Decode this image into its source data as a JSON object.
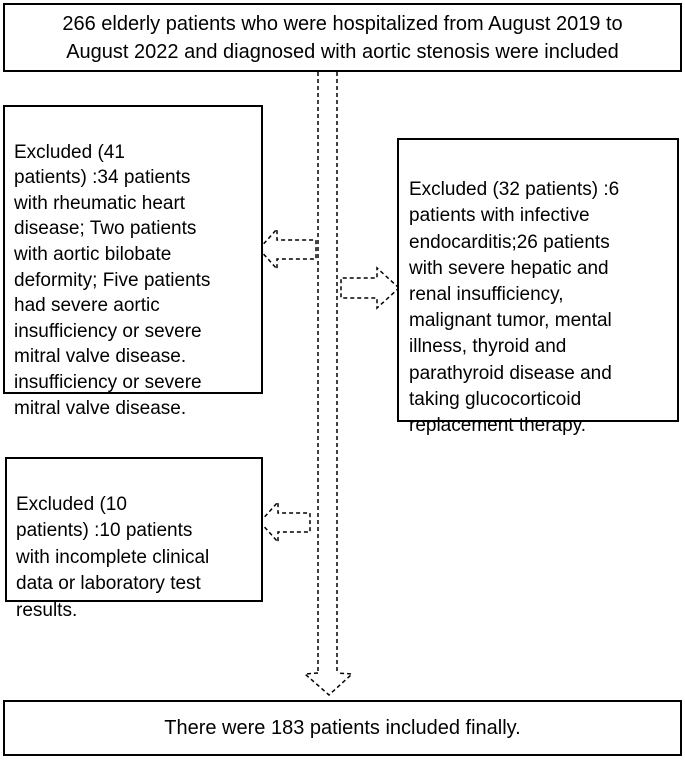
{
  "flowchart": {
    "title": "Patient inclusion and exclusion flow diagram",
    "colors": {
      "box_border": "#000000",
      "box_background": "#ffffff",
      "text": "#000000",
      "arrow": "#000000"
    },
    "top_box": {
      "text": "266 elderly patients who were hospitalized from August 2019 to\nAugust 2022 and diagnosed with aortic stenosis were included"
    },
    "excluded_box_41": {
      "text": "Excluded (41\npatients) :34 patients\nwith rheumatic heart\ndisease; Two patients\nwith aortic bilobate\ndeformity; Five patients\nhad severe aortic\ninsufficiency or severe\nmitral valve disease.\ninsufficiency or severe\nmitral valve disease."
    },
    "excluded_box_32": {
      "text": "Excluded (32 patients) :6\npatients with infective\nendocarditis;26 patients\nwith severe hepatic and\nrenal insufficiency,\nmalignant tumor, mental\nillness, thyroid and\nparathyroid disease and\ntaking glucocorticoid\nreplacement therapy."
    },
    "excluded_box_10": {
      "text": "Excluded (10\npatients) :10 patients\nwith incomplete clinical\ndata or laboratory test\nresults."
    },
    "final_box": {
      "text": "There were 183 patients included finally."
    },
    "arrows": {
      "down_arrow": "dashed hollow double-line arrow from inclusion box to final box",
      "left_arrow_1": "dashed hollow block arrow to Excluded (41 patients) box",
      "right_arrow": "dashed hollow block arrow to Excluded (32 patients) box",
      "left_arrow_2": "dashed hollow block arrow to Excluded (10 patients) box"
    }
  }
}
